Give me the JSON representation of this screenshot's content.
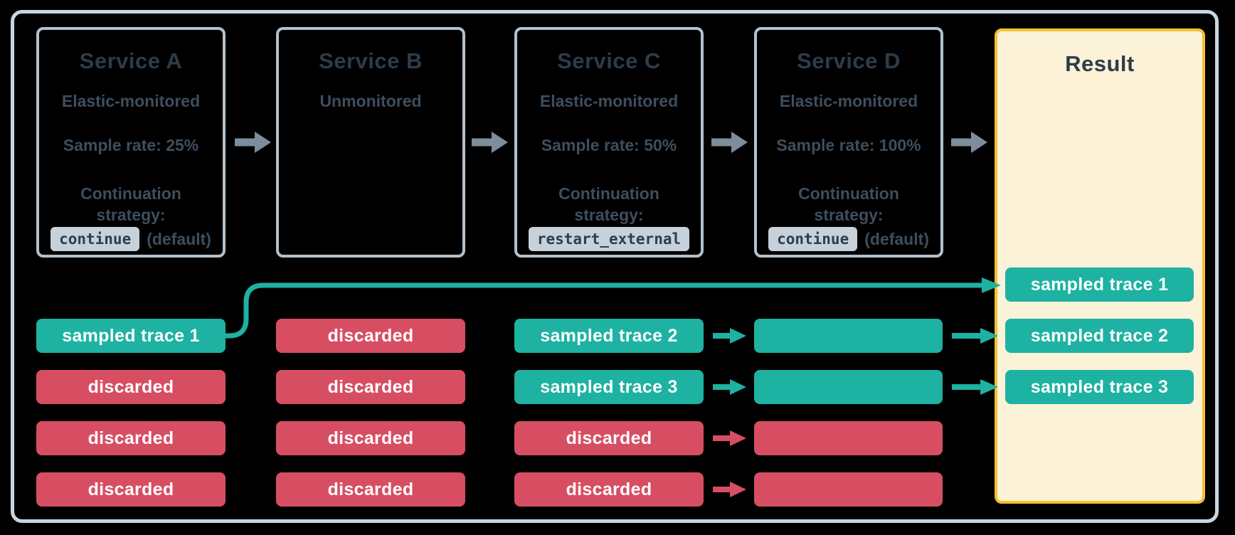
{
  "services": [
    {
      "name": "Service A",
      "monitor": "Elastic-monitored",
      "sample_rate": "Sample rate: 25%",
      "strategy_line1": "Continuation",
      "strategy_line2": "strategy:",
      "strategy_code": "continue",
      "strategy_note": "(default)"
    },
    {
      "name": "Service B",
      "monitor": "Unmonitored"
    },
    {
      "name": "Service C",
      "monitor": "Elastic-monitored",
      "sample_rate": "Sample rate: 50%",
      "strategy_line1": "Continuation",
      "strategy_line2": "strategy:",
      "strategy_code": "restart_external",
      "strategy_note": ""
    },
    {
      "name": "Service D",
      "monitor": "Elastic-monitored",
      "sample_rate": "Sample rate: 100%",
      "strategy_line1": "Continuation",
      "strategy_line2": "strategy:",
      "strategy_code": "continue",
      "strategy_note": "(default)"
    }
  ],
  "result": {
    "title": "Result"
  },
  "traces": {
    "col_a": [
      {
        "label": "sampled trace 1",
        "kind": "sampled"
      },
      {
        "label": "discarded",
        "kind": "discarded"
      },
      {
        "label": "discarded",
        "kind": "discarded"
      },
      {
        "label": "discarded",
        "kind": "discarded"
      }
    ],
    "col_b": [
      {
        "label": "discarded",
        "kind": "discarded"
      },
      {
        "label": "discarded",
        "kind": "discarded"
      },
      {
        "label": "discarded",
        "kind": "discarded"
      },
      {
        "label": "discarded",
        "kind": "discarded"
      }
    ],
    "col_c": [
      {
        "label": "sampled trace 2",
        "kind": "sampled"
      },
      {
        "label": "sampled trace 3",
        "kind": "sampled"
      },
      {
        "label": "discarded",
        "kind": "discarded"
      },
      {
        "label": "discarded",
        "kind": "discarded"
      }
    ],
    "col_d": [
      {
        "label": "",
        "kind": "sampled"
      },
      {
        "label": "",
        "kind": "sampled"
      },
      {
        "label": "",
        "kind": "discarded"
      },
      {
        "label": "",
        "kind": "discarded"
      }
    ],
    "col_result": [
      {
        "label": "sampled trace 1",
        "kind": "sampled"
      },
      {
        "label": "sampled trace 2",
        "kind": "sampled"
      },
      {
        "label": "sampled trace 3",
        "kind": "sampled"
      }
    ]
  },
  "colors": {
    "background": "#000000",
    "frame_border": "#cbd5de",
    "box_border": "#b3c1cd",
    "result_border": "#f1c232",
    "result_fill": "#fbf2d8",
    "teal": "#1db2a2",
    "red": "#d74e63",
    "gray_arrow": "#7d8d9b",
    "title_text": "#2d3c4b",
    "body_text": "#3e4e5d",
    "chip_bg": "#c6d1da",
    "chip_text": "#2f3e4d",
    "pill_text": "#ffffff"
  }
}
